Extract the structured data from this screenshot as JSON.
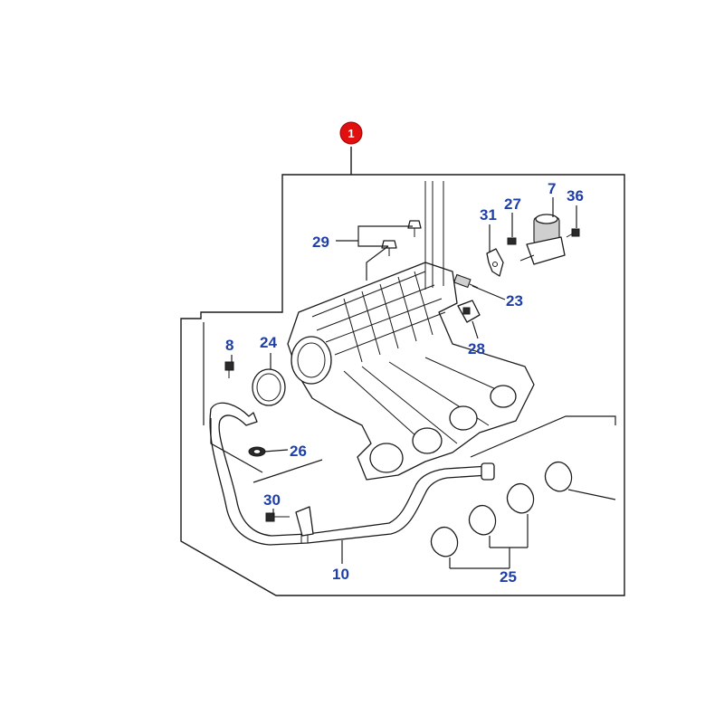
{
  "diagram": {
    "assembly_label": "1",
    "colors": {
      "callout": "#1f3fa8",
      "badge": "#e01010",
      "line": "#1a1a1a"
    },
    "callouts": [
      {
        "id": "29",
        "label": "29"
      },
      {
        "id": "31",
        "label": "31"
      },
      {
        "id": "27",
        "label": "27"
      },
      {
        "id": "7",
        "label": "7"
      },
      {
        "id": "36",
        "label": "36"
      },
      {
        "id": "23",
        "label": "23"
      },
      {
        "id": "28",
        "label": "28"
      },
      {
        "id": "8",
        "label": "8"
      },
      {
        "id": "24",
        "label": "24"
      },
      {
        "id": "26",
        "label": "26"
      },
      {
        "id": "30",
        "label": "30"
      },
      {
        "id": "10",
        "label": "10"
      },
      {
        "id": "25",
        "label": "25"
      }
    ]
  }
}
